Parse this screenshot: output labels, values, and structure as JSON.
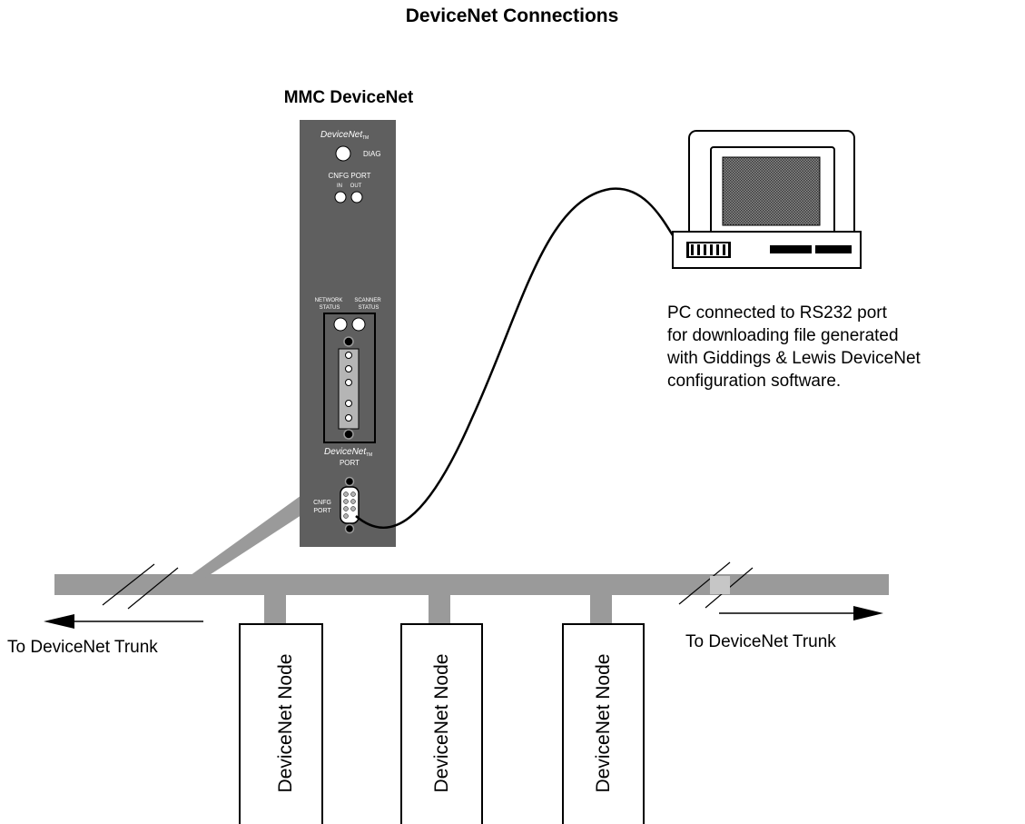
{
  "title": "DeviceNet Connections",
  "module": {
    "label": "MMC DeviceNet",
    "brand_top": "DeviceNet",
    "brand_top_sub": "TM",
    "diag_label": "DIAG",
    "cnfg_port_label": "CNFG PORT",
    "in_label": "IN",
    "out_label": "OUT",
    "network_label_1": "NETWORK",
    "network_label_2": "STATUS",
    "scanner_label_1": "SCANNER",
    "scanner_label_2": "STATUS",
    "brand_bottom": "DeviceNet",
    "brand_bottom_sub": "TM",
    "port_label": "PORT",
    "cnfg_label_1": "CNFG",
    "cnfg_label_2": "PORT"
  },
  "pc_caption": [
    "PC connected to RS232 port",
    "for downloading file generated",
    "with Giddings & Lewis DeviceNet",
    "configuration software."
  ],
  "trunk_left_label": "To DeviceNet Trunk",
  "trunk_right_label": "To DeviceNet Trunk",
  "nodes": [
    {
      "label": "DeviceNet Node"
    },
    {
      "label": "DeviceNet Node"
    },
    {
      "label": "DeviceNet Node"
    }
  ],
  "colors": {
    "module_body": "#5f5f5f",
    "trunk": "#9a9a9a",
    "stroke": "#000000",
    "background": "#ffffff"
  }
}
